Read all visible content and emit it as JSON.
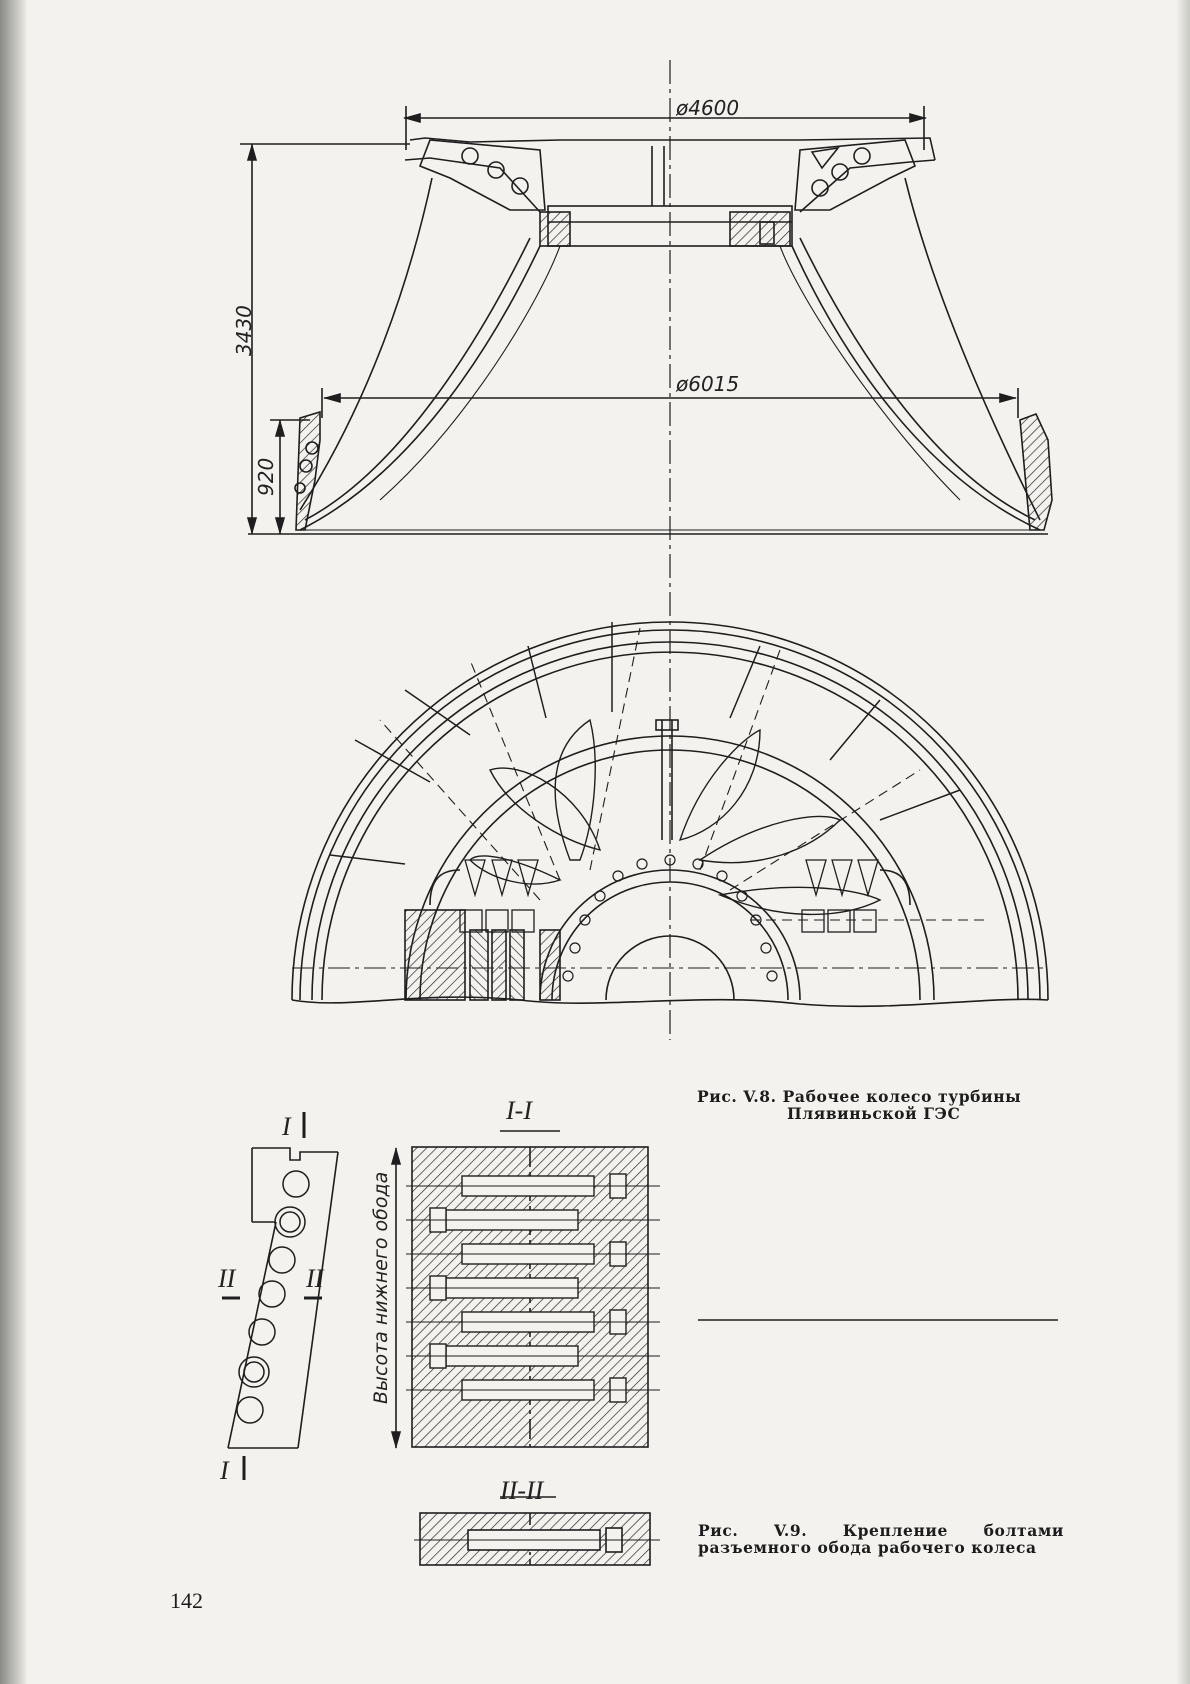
{
  "dimensions": {
    "top_diameter": "ø4600",
    "height": "3430",
    "bottom_diameter": "ø6015",
    "rim_height": "920"
  },
  "figure_8": {
    "caption_line1": "Рис. V.8. Рабочее колесо турбины",
    "caption_line2": "Плявиньской ГЭС"
  },
  "figure_9": {
    "section_1": "I-I",
    "section_2": "II-II",
    "mark_I": "I",
    "mark_II": "II",
    "rim_height_label": "Высота нижнего обода",
    "caption_line1": "Рис. V.9. Крепление болтами",
    "caption_line2": "разъемного обода рабочего колеса"
  },
  "page_number": "142"
}
